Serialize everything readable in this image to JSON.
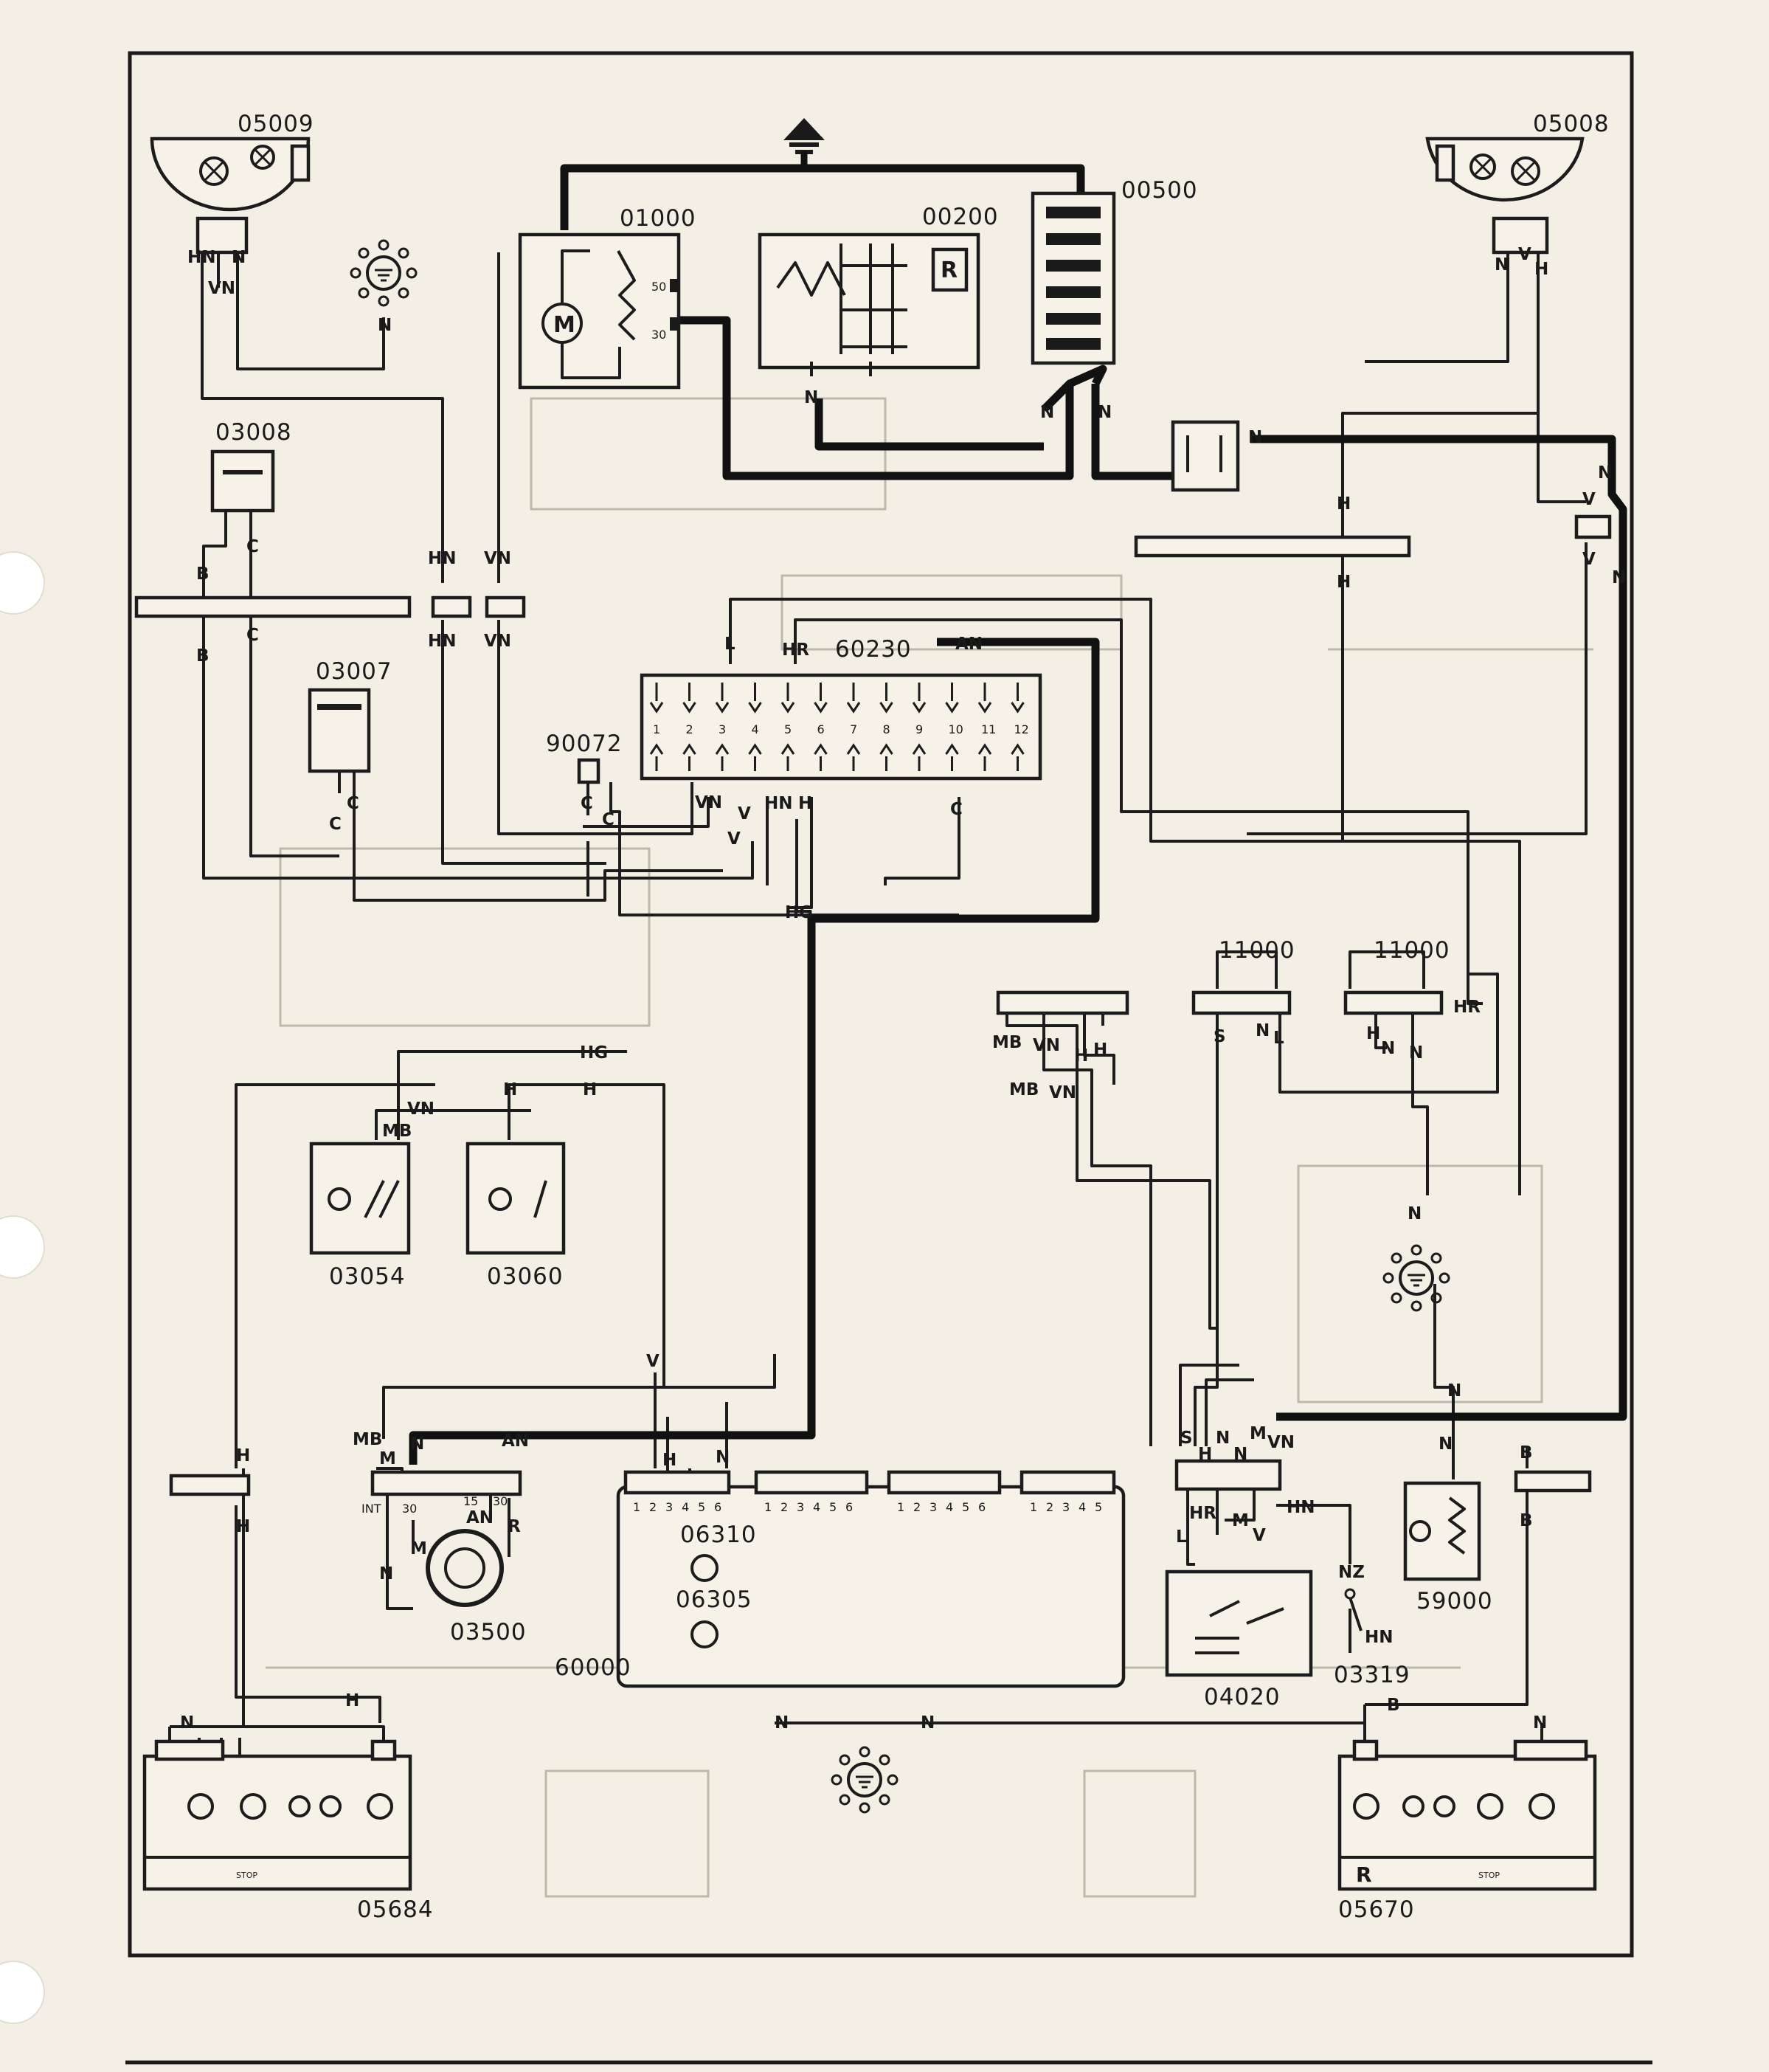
{
  "components": {
    "c05009": "05009",
    "c05008": "05008",
    "c01000": "01000",
    "c00200": "00200",
    "c00500": "00500",
    "c03008": "03008",
    "c03007": "03007",
    "c60230": "60230",
    "c90072": "90072",
    "c11000a": "11000",
    "c11000b": "11000",
    "c03054": "03054",
    "c03060": "03060",
    "c03500": "03500",
    "c06310": "06310",
    "c06305": "06305",
    "c60000": "60000",
    "c04020": "04020",
    "c03319": "03319",
    "c59000": "59000",
    "c05684": "05684",
    "c05670": "05670"
  },
  "symbols": {
    "motor": "M",
    "regulator": "R",
    "rear_light_R": "R",
    "stop": "STOP",
    "ignition_int": "INT",
    "t50": "50",
    "t30": "30",
    "t15": "15"
  },
  "fuse_numbers": [
    "1",
    "2",
    "3",
    "4",
    "5",
    "6",
    "7",
    "8",
    "9",
    "10",
    "11",
    "12"
  ],
  "pin_groups": {
    "g1": [
      "1",
      "2",
      "3",
      "4",
      "5",
      "6"
    ],
    "g2": [
      "1",
      "2",
      "3",
      "4",
      "5",
      "6"
    ],
    "g3": [
      "1",
      "2",
      "3",
      "4",
      "5",
      "6"
    ],
    "g4": [
      "1",
      "2",
      "3",
      "4",
      "5"
    ]
  },
  "wire_codes": {
    "HN": "HN",
    "N": "N",
    "VN": "VN",
    "V": "V",
    "H": "H",
    "B": "B",
    "C": "C",
    "L": "L",
    "HR": "HR",
    "AN": "AN",
    "HG": "HG",
    "MB": "MB",
    "M": "M",
    "S": "S",
    "R": "R",
    "NZ": "NZ"
  },
  "colors": {
    "paper": "#f3efe4",
    "ink": "#1c1c1c"
  }
}
